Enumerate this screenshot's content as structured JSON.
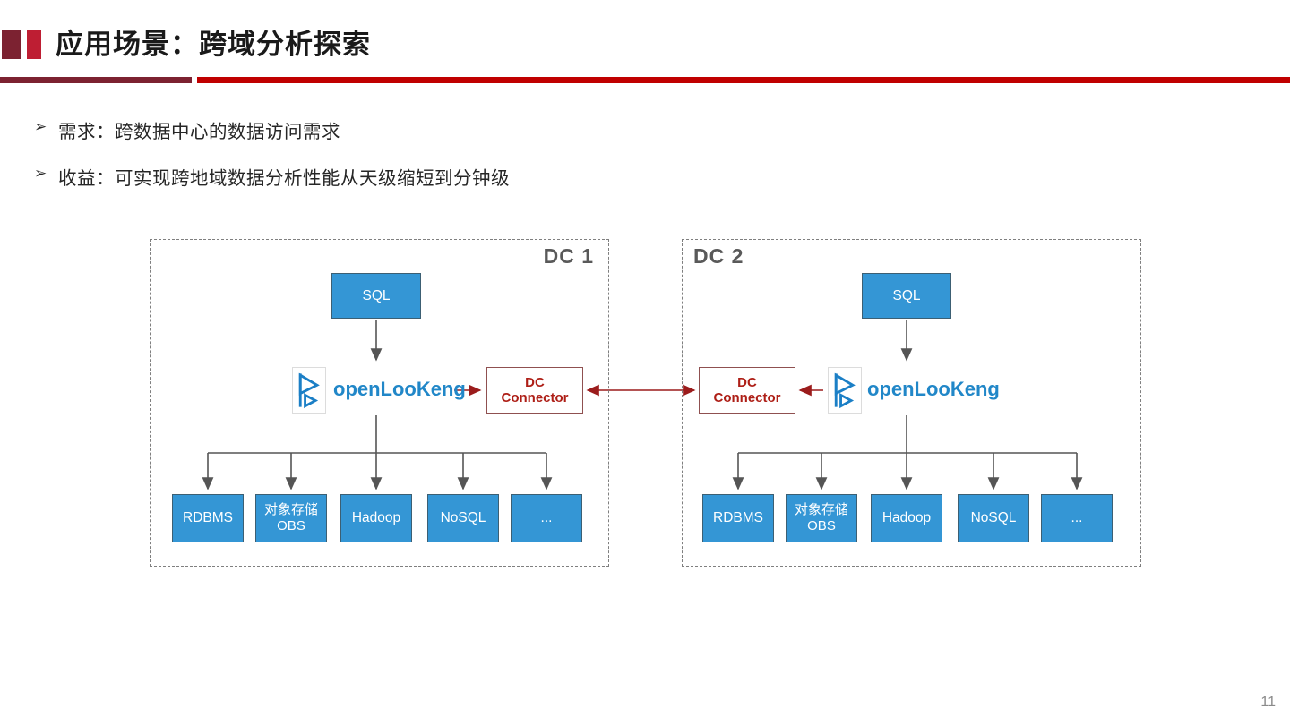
{
  "slide": {
    "title": "应用场景：跨域分析探索",
    "page_number": "11",
    "colors": {
      "accent_maroon": "#7C2231",
      "accent_red": "#C00000",
      "node_blue": "#3496D5",
      "node_border": "#3C5F73",
      "engine_blue": "#2187C8",
      "connector_red": "#AE1F17",
      "arrow_gray": "#555555",
      "arrow_red": "#9B1C1C",
      "dashed_border_gray": "#7F7F7F"
    }
  },
  "bullets": {
    "marker": "➢",
    "items": [
      "需求：跨数据中心的数据访问需求",
      "收益：可实现跨地域数据分析性能从天级缩短到分钟级"
    ]
  },
  "diagram": {
    "dc1": {
      "label": "DC 1"
    },
    "dc2": {
      "label": "DC 2"
    },
    "sql_label": "SQL",
    "engine_label": "openLooKeng",
    "connector_label": "DC\nConnector",
    "sources": [
      "RDBMS",
      "对象存储\nOBS",
      "Hadoop",
      "NoSQL",
      "..."
    ]
  }
}
